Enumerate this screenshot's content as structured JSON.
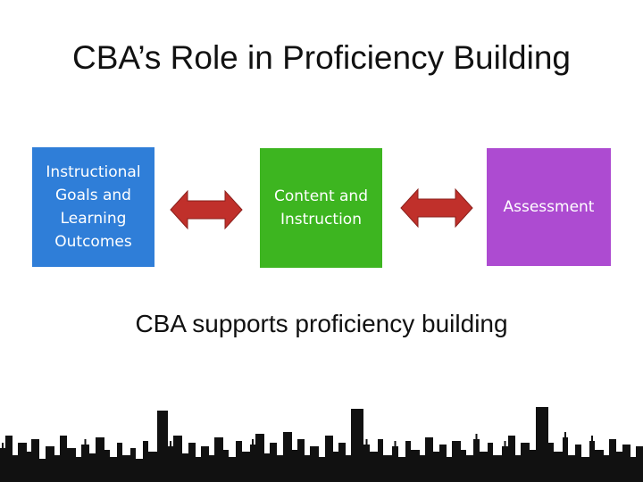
{
  "slide": {
    "title": "CBA’s Role in Proficiency Building",
    "caption": "CBA supports proficiency building"
  },
  "diagram": {
    "boxes": [
      {
        "label": "Instructional\nGoals and\nLearning\nOutcomes",
        "color": "#2f7ed8"
      },
      {
        "label": "Content and\nInstruction",
        "color": "#3db520"
      },
      {
        "label": "Assessment",
        "color": "#ad4bd1"
      }
    ],
    "arrows": [
      {
        "from": "Instructional Goals and Learning Outcomes",
        "to": "Content and Instruction",
        "direction": "bidirectional",
        "color": "#c0302b"
      },
      {
        "from": "Content and Instruction",
        "to": "Assessment",
        "direction": "bidirectional",
        "color": "#c0302b"
      }
    ]
  },
  "decoration": {
    "skyline_color": "#111111"
  }
}
